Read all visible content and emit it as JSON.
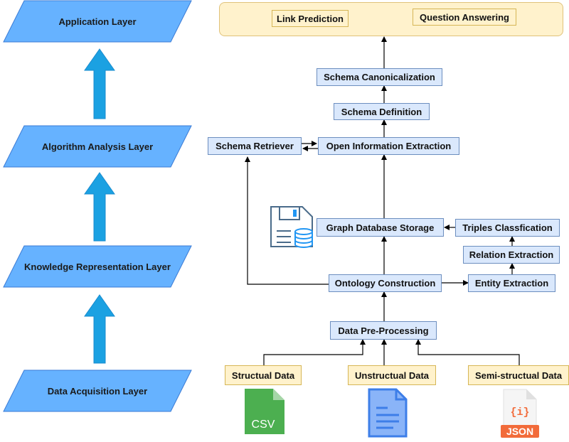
{
  "layers": [
    {
      "label": "Application Layer"
    },
    {
      "label": "Algorithm Analysis Layer"
    },
    {
      "label": "Knowledge Representation Layer"
    },
    {
      "label": "Data Acquisition Layer"
    }
  ],
  "applications": {
    "link_prediction": "Link Prediction",
    "question_answering": "Question Answering"
  },
  "nodes": {
    "schema_canonicalization": "Schema Canonicalization",
    "schema_definition": "Schema Definition",
    "schema_retriever": "Schema Retriever",
    "open_information_extraction": "Open Information Extraction",
    "graph_database_storage": "Graph Database Storage",
    "triples_classification": "Triples Classfication",
    "relation_extraction": "Relation Extraction",
    "ontology_construction": "Ontology Construction",
    "entity_extraction": "Entity Extraction",
    "data_preprocessing": "Data Pre-Processing"
  },
  "sources": {
    "structual": "Structual Data",
    "unstructual": "Unstructual Data",
    "semi_structual": "Semi-structual Data"
  },
  "icons": {
    "csv_label": "CSV",
    "json_label": "JSON",
    "json_glyph": "{i}"
  },
  "colors": {
    "layer_fill": "#66b2ff",
    "layer_stroke": "#3a7bd5",
    "arrow_fill": "#1ba1e2",
    "node_fill": "#dae8fc",
    "node_stroke": "#6c8ebf",
    "app_fill": "#fff2cc",
    "app_stroke": "#d6b656",
    "csv_green": "#4caf50",
    "doc_blue": "#3d7ee8",
    "json_orange": "#f26b3a"
  }
}
